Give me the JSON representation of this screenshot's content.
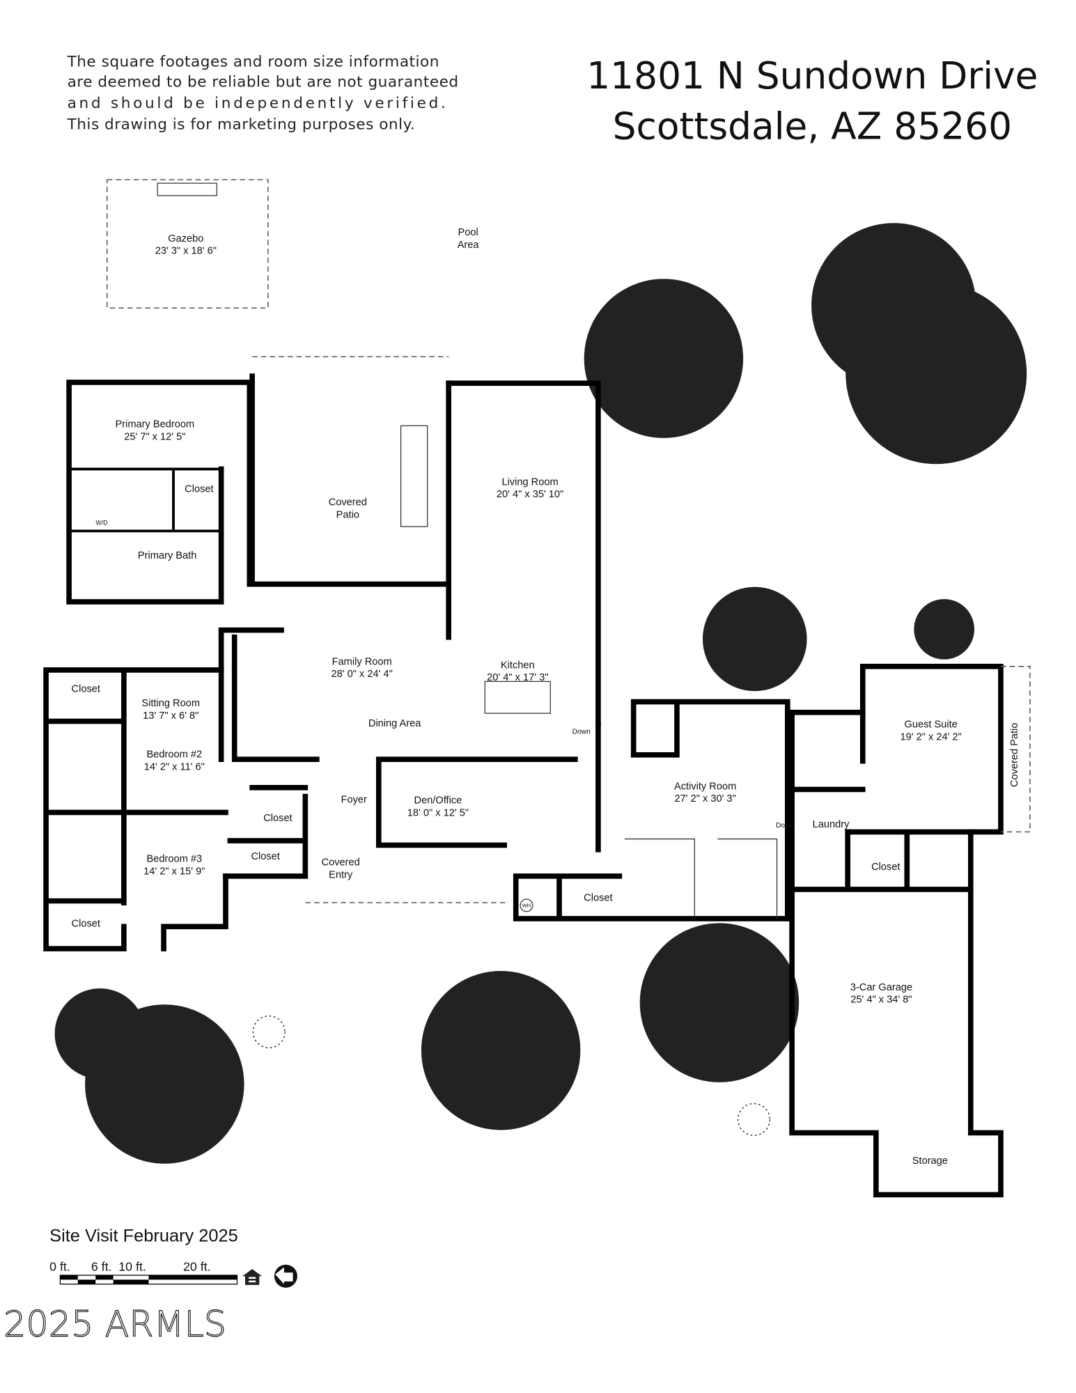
{
  "disclaimer": [
    "The square footages and room size information",
    "are deemed to be reliable but are not guaranteed",
    "and should be independently verified.",
    "This drawing is for marketing purposes only."
  ],
  "address": {
    "line1": "11801 N Sundown Drive",
    "line2": "Scottsdale, AZ 85260"
  },
  "rooms": {
    "gazebo": {
      "name": "Gazebo",
      "dims": "23' 3\" x 18' 6\""
    },
    "pool": {
      "name": "Pool",
      "name2": "Area"
    },
    "covered_patio": {
      "name": "Covered",
      "name2": "Patio"
    },
    "primary_bedroom": {
      "name": "Primary Bedroom",
      "dims": "25' 7\" x 12' 5\""
    },
    "primary_closet": {
      "name": "Closet"
    },
    "wd": {
      "name": "W/D"
    },
    "primary_bath": {
      "name": "Primary Bath"
    },
    "living_room": {
      "name": "Living Room",
      "dims": "20' 4\" x 35' 10\""
    },
    "family_room": {
      "name": "Family Room",
      "dims": "28' 0\" x 24' 4\""
    },
    "kitchen": {
      "name": "Kitchen",
      "dims": "20' 4\" x 17' 3\""
    },
    "dining": {
      "name": "Dining Area"
    },
    "closet_nw": {
      "name": "Closet"
    },
    "sitting_room": {
      "name": "Sitting Room",
      "dims": "13' 7\" x 6' 8\""
    },
    "bedroom2": {
      "name": "Bedroom #2",
      "dims": "14' 2\" x 11' 6\""
    },
    "bedroom3": {
      "name": "Bedroom #3",
      "dims": "14' 2\" x 15' 9\""
    },
    "closet_sw": {
      "name": "Closet"
    },
    "closet_hall1": {
      "name": "Closet"
    },
    "closet_hall2": {
      "name": "Closet"
    },
    "foyer": {
      "name": "Foyer"
    },
    "covered_entry": {
      "name": "Covered",
      "name2": "Entry"
    },
    "den": {
      "name": "Den/Office",
      "dims": "18' 0\" x 12' 5\""
    },
    "down1": {
      "name": "Down"
    },
    "wh": {
      "name": "WH"
    },
    "closet_center": {
      "name": "Closet"
    },
    "activity_room": {
      "name": "Activity Room",
      "dims": "27' 2\" x 30' 3\""
    },
    "down2": {
      "name": "Down"
    },
    "laundry": {
      "name": "Laundry"
    },
    "guest_suite": {
      "name": "Guest Suite",
      "dims": "19' 2\" x 24' 2\""
    },
    "guest_patio": {
      "name": "Covered Patio"
    },
    "closet_guest": {
      "name": "Closet"
    },
    "garage": {
      "name": "3-Car Garage",
      "dims": "25' 4\" x 34' 8\""
    },
    "storage": {
      "name": "Storage"
    }
  },
  "footer": {
    "site_visit": "Site Visit February 2025",
    "scale": [
      "0 ft.",
      "6 ft.",
      "10 ft.",
      "20 ft."
    ],
    "watermark": "2025 ARMLS",
    "icons": [
      "equal-housing-icon",
      "north-arrow-icon"
    ]
  }
}
